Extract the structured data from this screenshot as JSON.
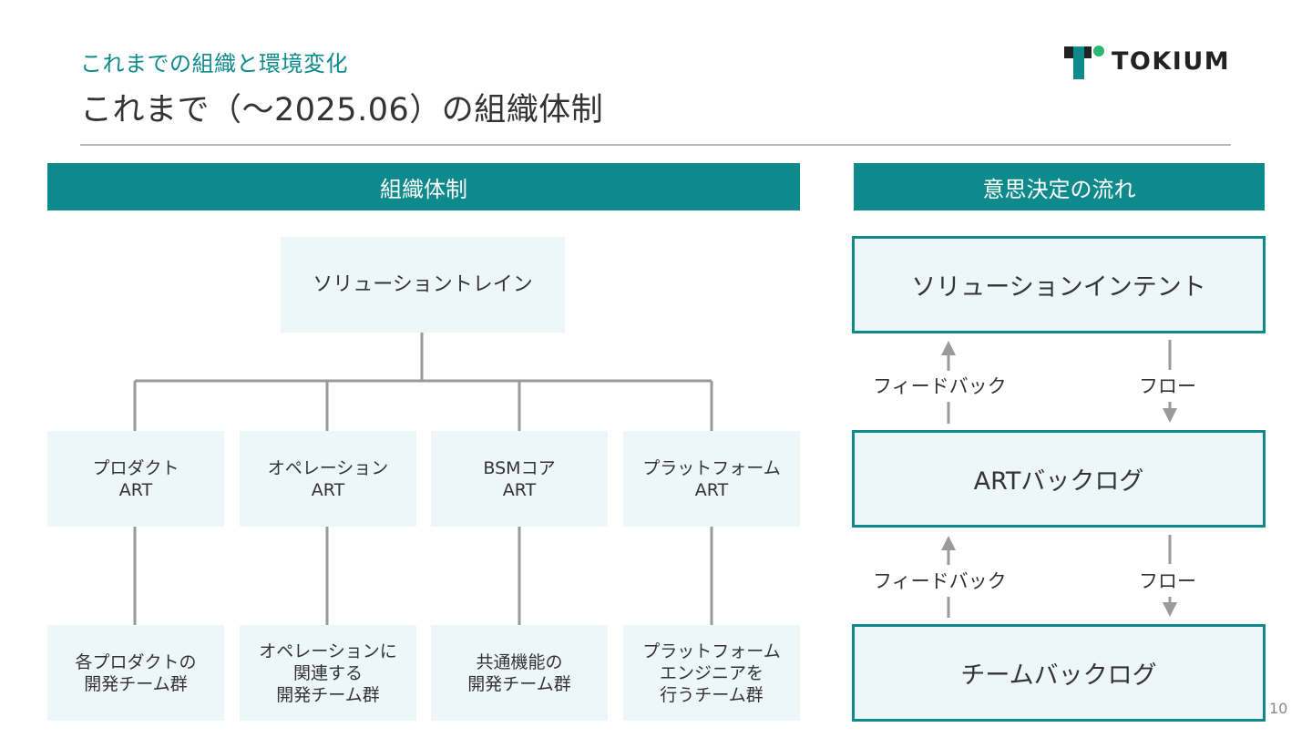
{
  "page": {
    "subtitle": "これまでの組織と環境変化",
    "title": "これまで（〜2025.06）の組織体制",
    "logo_text": "TOKIUM",
    "page_number": "10"
  },
  "colors": {
    "accent": "#0E8A8C",
    "box_fill": "#EDF6F8",
    "line": "#9a9a9a",
    "text": "#333333"
  },
  "org": {
    "header": "組織体制",
    "root": "ソリューショントレイン",
    "arts": [
      "プロダクト\nART",
      "オペレーション\nART",
      "BSMコア\nART",
      "プラットフォーム\nART"
    ],
    "teams": [
      "各プロダクトの\n開発チーム群",
      "オペレーションに\n関連する\n開発チーム群",
      "共通機能の\n開発チーム群",
      "プラットフォーム\nエンジニアを\n行うチーム群"
    ]
  },
  "flow": {
    "header": "意思決定の流れ",
    "levels": [
      "ソリューションインテント",
      "ARTバックログ",
      "チームバックログ"
    ],
    "feedback_label": "フィードバック",
    "flow_label": "フロー"
  }
}
